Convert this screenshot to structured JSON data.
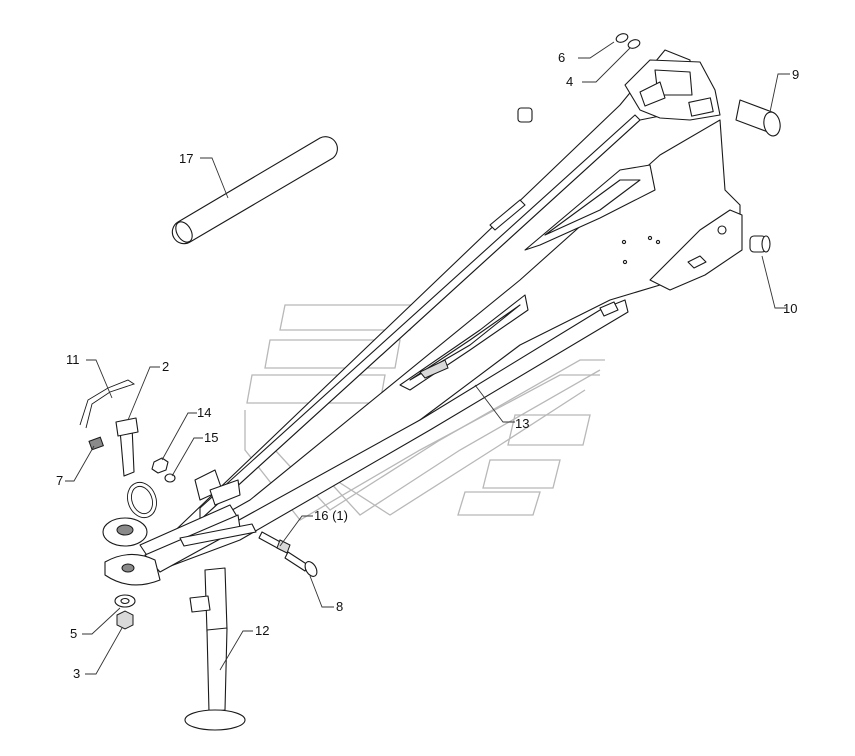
{
  "callouts": [
    {
      "id": "c1",
      "label": "17"
    },
    {
      "id": "c2",
      "label": "6"
    },
    {
      "id": "c3",
      "label": "4"
    },
    {
      "id": "c4",
      "label": "9"
    },
    {
      "id": "c5",
      "label": "10"
    },
    {
      "id": "c6",
      "label": "13"
    },
    {
      "id": "c7",
      "label": "11"
    },
    {
      "id": "c8",
      "label": "2"
    },
    {
      "id": "c9",
      "label": "14"
    },
    {
      "id": "c10",
      "label": "15"
    },
    {
      "id": "c11",
      "label": "7"
    },
    {
      "id": "c12",
      "label": "16 (1)"
    },
    {
      "id": "c13",
      "label": "8"
    },
    {
      "id": "c14",
      "label": "12"
    },
    {
      "id": "c15",
      "label": "5"
    },
    {
      "id": "c16",
      "label": "3"
    }
  ]
}
